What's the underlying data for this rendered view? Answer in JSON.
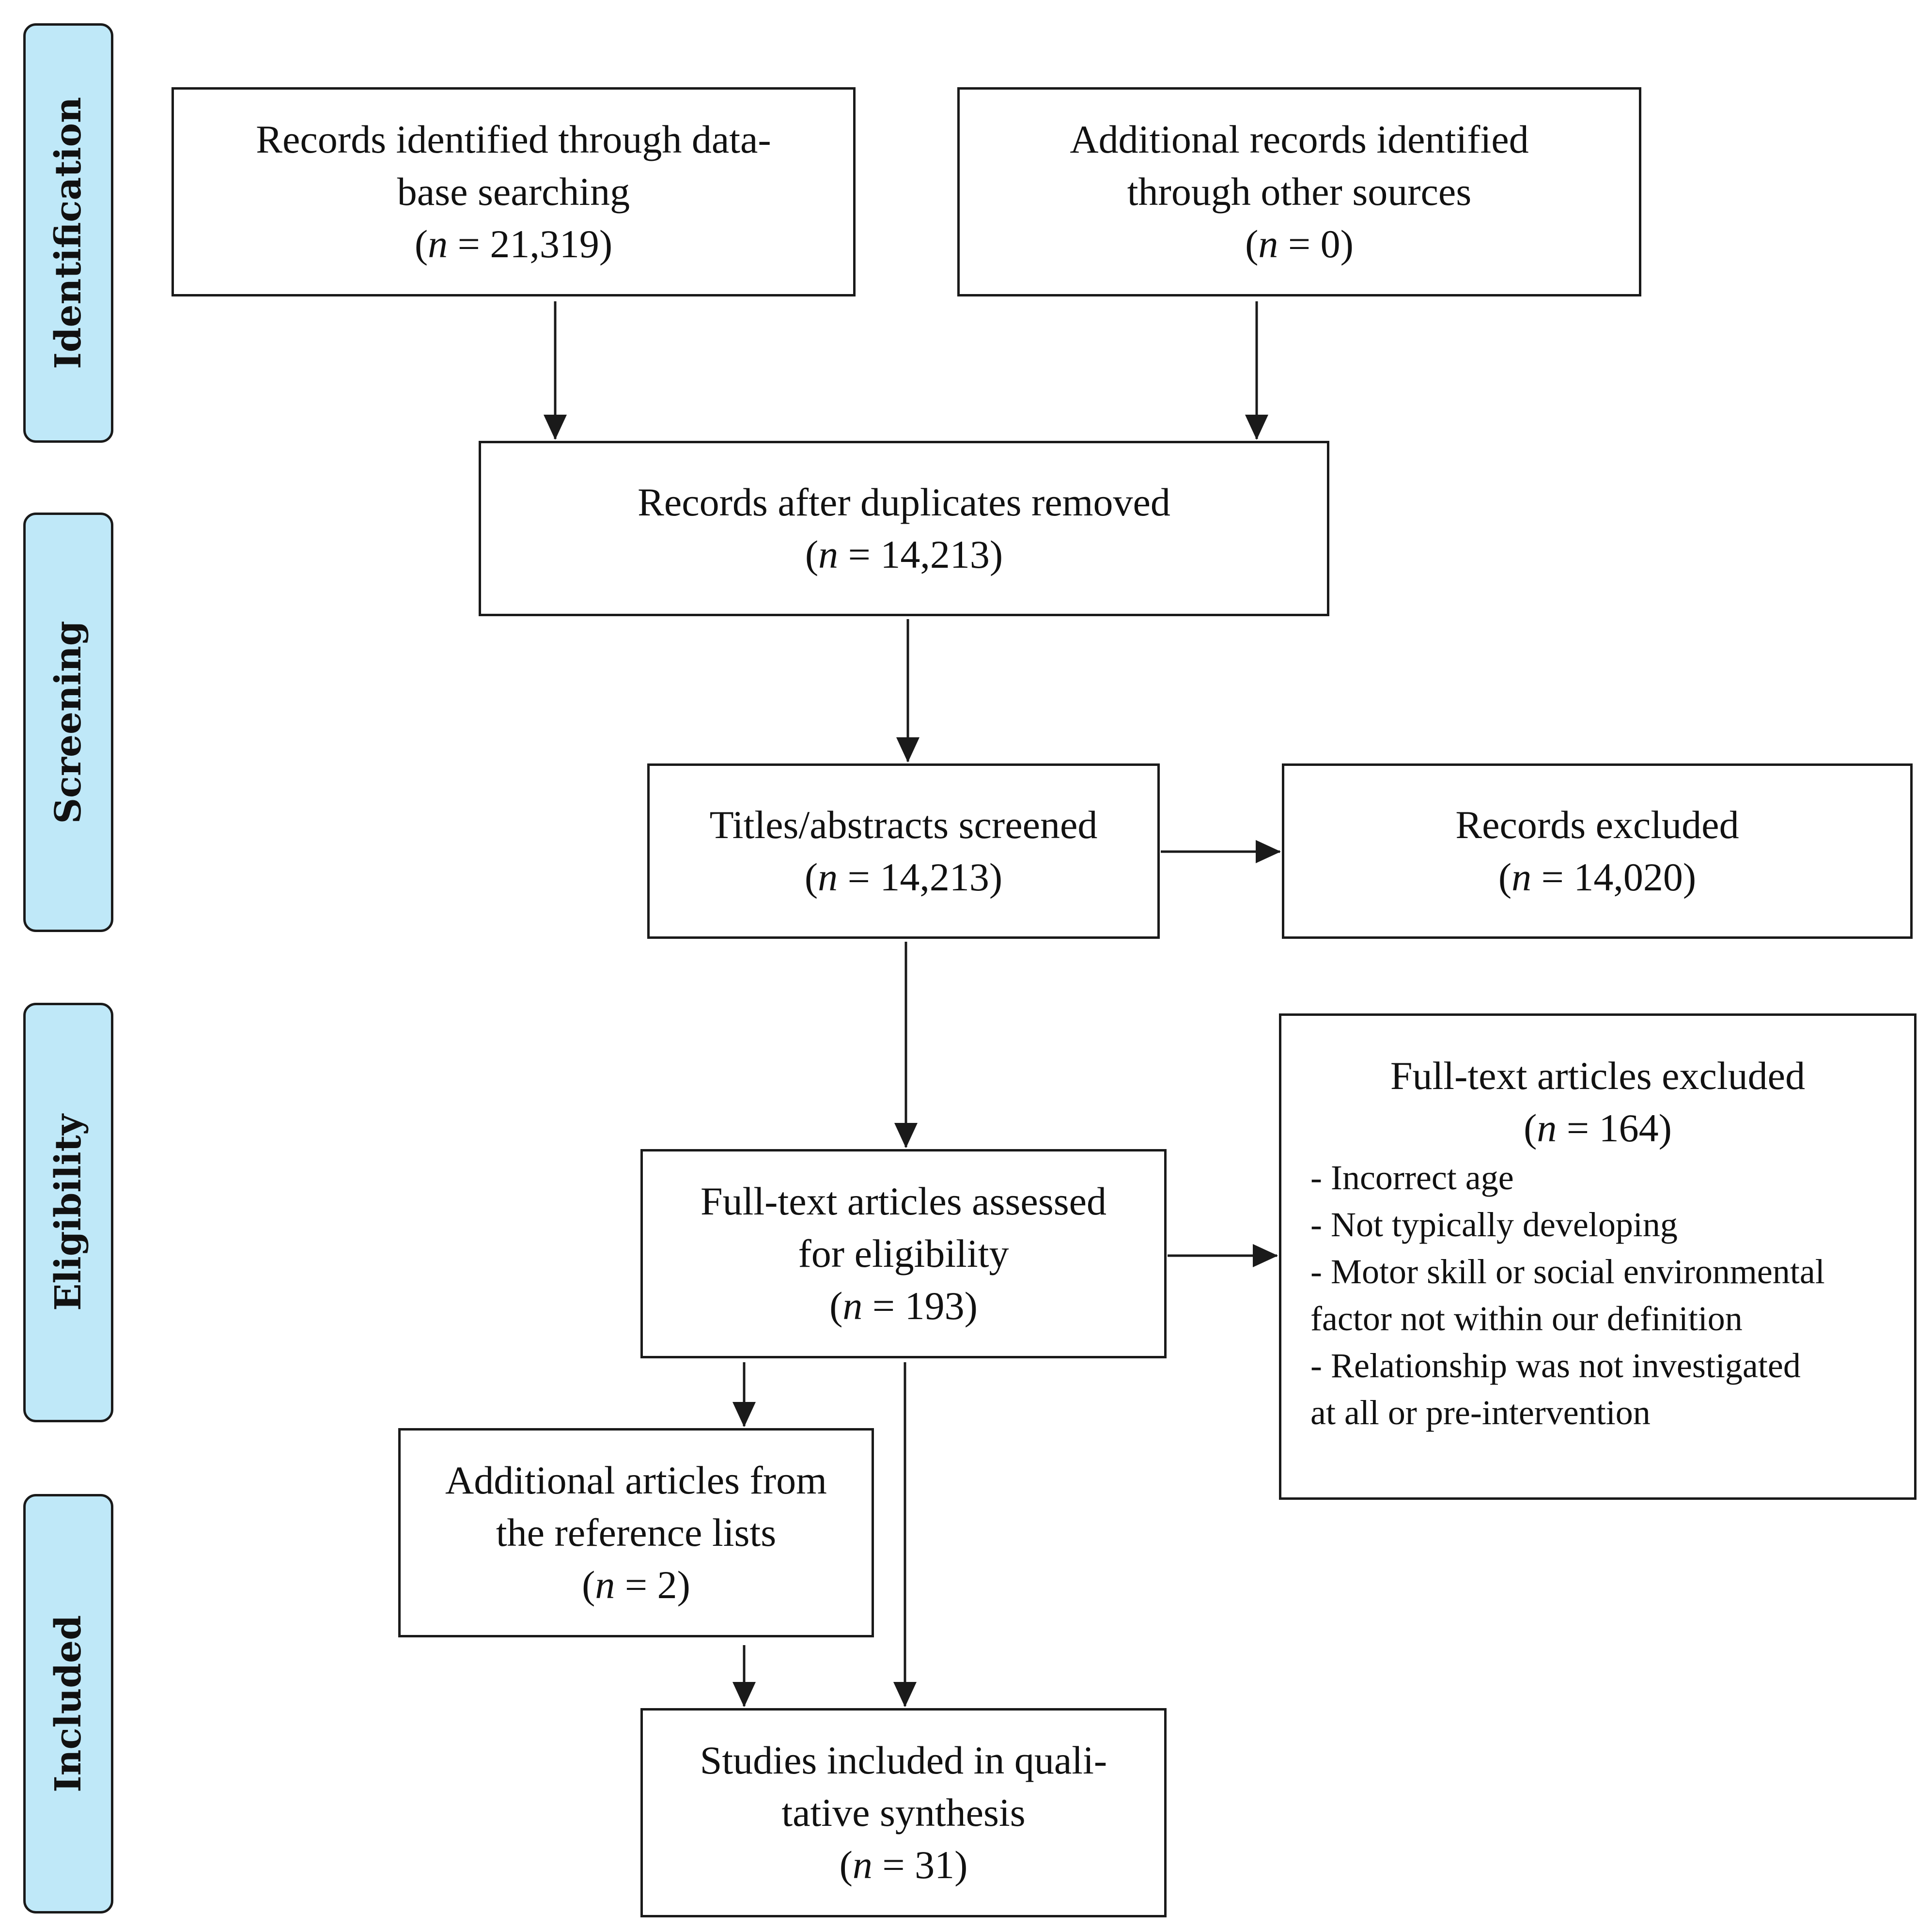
{
  "phases": {
    "identification": "Identification",
    "screening": "Screening",
    "eligibility": "Eligibility",
    "included": "Included"
  },
  "boxes": {
    "database_records": {
      "line1": "Records identified through data-",
      "line2": "base searching",
      "count_prefix": "(",
      "n_symbol": "n",
      "count_suffix": " = 21,319)"
    },
    "other_records": {
      "line1": "Additional records identified",
      "line2": "through other sources",
      "count_prefix": "(",
      "n_symbol": "n",
      "count_suffix": " = 0)"
    },
    "duplicates_removed": {
      "line1": "Records after duplicates removed",
      "count_prefix": "(",
      "n_symbol": "n",
      "count_suffix": " = 14,213)"
    },
    "screened": {
      "line1": "Titles/abstracts screened",
      "count_prefix": "(",
      "n_symbol": "n",
      "count_suffix": " = 14,213)"
    },
    "records_excluded": {
      "line1": "Records excluded",
      "count_prefix": "(",
      "n_symbol": "n",
      "count_suffix": " = 14,020)"
    },
    "fulltext_assessed": {
      "line1": "Full-text articles assessed",
      "line2": "for eligibility",
      "count_prefix": "(",
      "n_symbol": "n",
      "count_suffix": " = 193)"
    },
    "fulltext_excluded": {
      "line1": "Full-text articles excluded",
      "count_prefix": "(",
      "n_symbol": "n",
      "count_suffix": " = 164)",
      "reasons": [
        "- Incorrect age",
        "- Not typically developing",
        "- Motor skill or social environmental",
        "factor not within our definition",
        "- Relationship was not investigated",
        "at all or pre-intervention"
      ]
    },
    "reference_lists": {
      "line1": "Additional articles from",
      "line2": "the reference lists",
      "count_prefix": "(",
      "n_symbol": "n",
      "count_suffix": " = 2)"
    },
    "included_studies": {
      "line1": "Studies included in quali-",
      "line2": "tative synthesis",
      "count_prefix": "(",
      "n_symbol": "n",
      "count_suffix": " = 31)"
    }
  },
  "colors": {
    "phase_fill": "#bfe8f8",
    "stroke": "#1a1a1a",
    "background": "#ffffff"
  }
}
